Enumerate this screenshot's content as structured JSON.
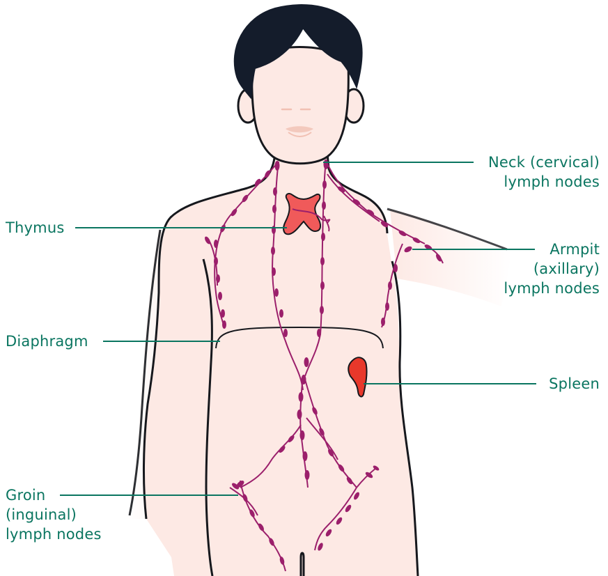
{
  "colors": {
    "skin": "#fde9e4",
    "outline": "#16181d",
    "hair": "#141c2b",
    "vessel": "#9b1f6b",
    "thymus": "#f05a5a",
    "spleen": "#e8382b",
    "label": "#0a7560"
  },
  "labels": {
    "neck": [
      "Neck (cervical)",
      "lymph nodes"
    ],
    "thymus": [
      "Thymus"
    ],
    "armpit": [
      "Armpit",
      "(axillary)",
      "lymph nodes"
    ],
    "diaphragm": [
      "Diaphragm"
    ],
    "spleen": [
      "Spleen"
    ],
    "groin": [
      "Groin",
      "(inguinal)",
      "lymph nodes"
    ]
  }
}
